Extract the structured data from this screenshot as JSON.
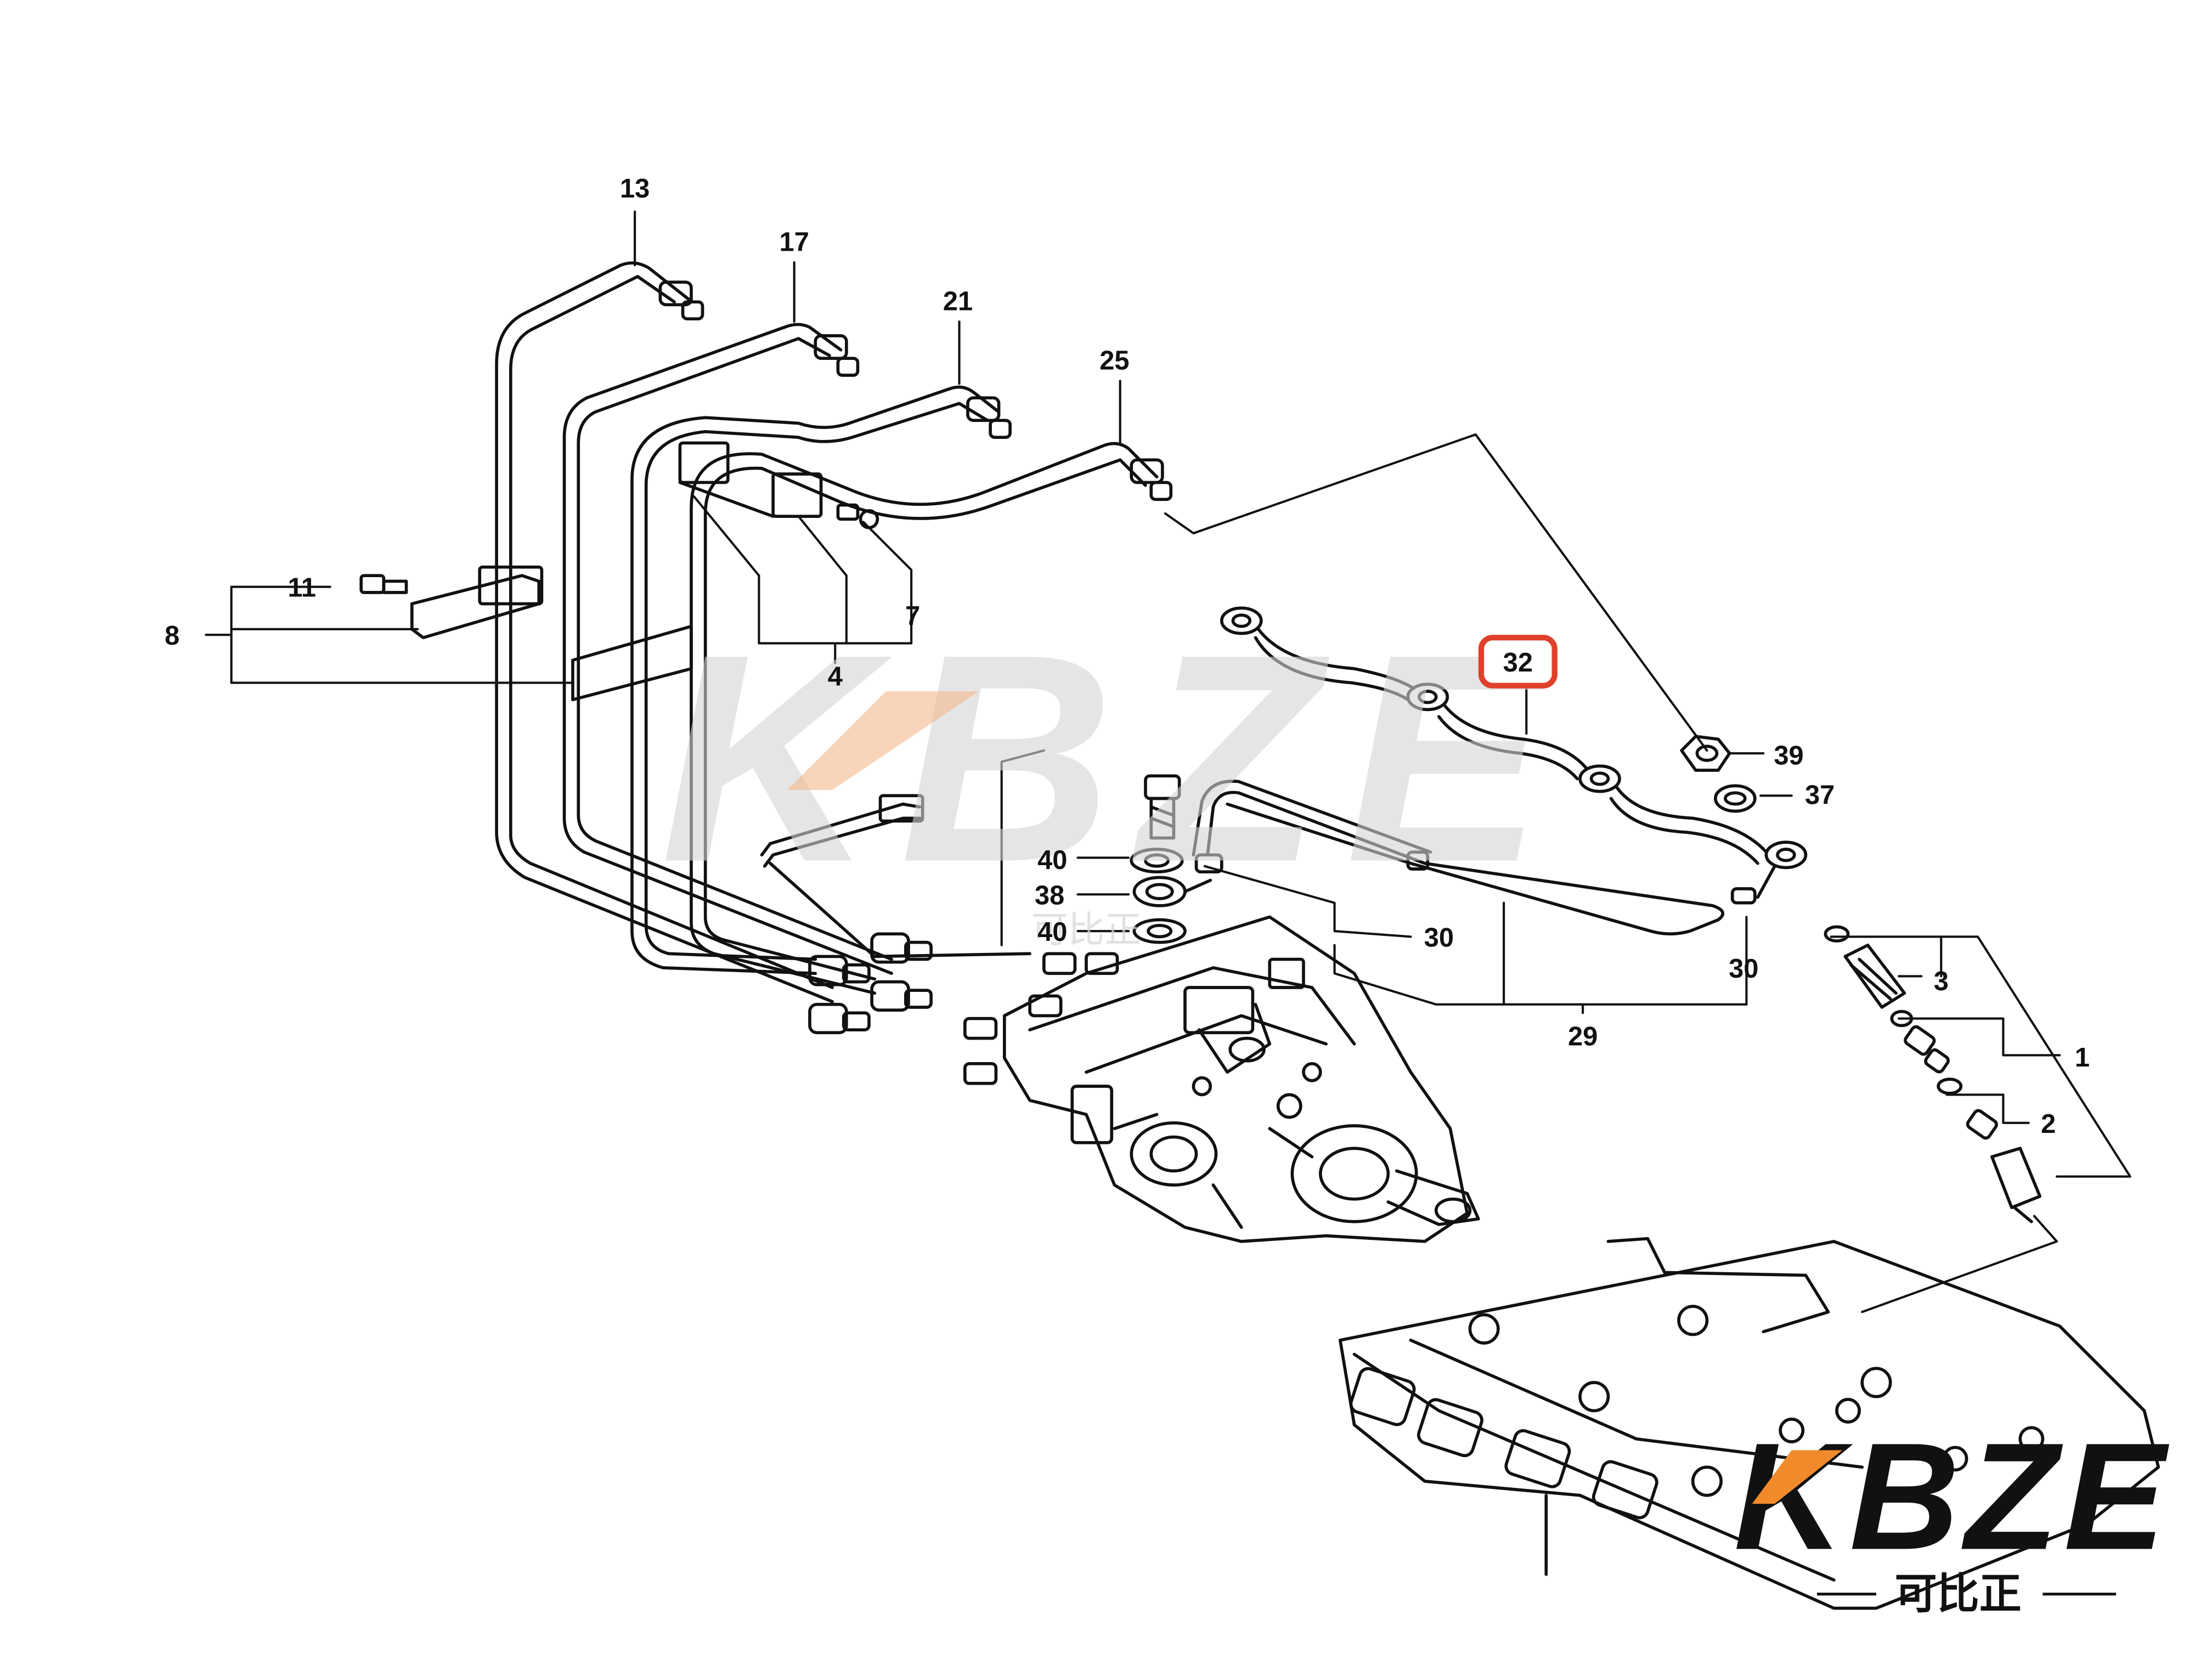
{
  "callouts": [
    {
      "id": "c13",
      "label": "13"
    },
    {
      "id": "c17",
      "label": "17"
    },
    {
      "id": "c21",
      "label": "21"
    },
    {
      "id": "c25",
      "label": "25"
    },
    {
      "id": "c11",
      "label": "11"
    },
    {
      "id": "c8",
      "label": "8"
    },
    {
      "id": "c7",
      "label": "7"
    },
    {
      "id": "c4",
      "label": "4"
    },
    {
      "id": "c32",
      "label": "32",
      "highlight": true
    },
    {
      "id": "c39",
      "label": "39"
    },
    {
      "id": "c37",
      "label": "37"
    },
    {
      "id": "c40a",
      "label": "40"
    },
    {
      "id": "c38",
      "label": "38"
    },
    {
      "id": "c40b",
      "label": "40"
    },
    {
      "id": "c30a",
      "label": "30"
    },
    {
      "id": "c30b",
      "label": "30"
    },
    {
      "id": "c29",
      "label": "29"
    },
    {
      "id": "c3",
      "label": "3"
    },
    {
      "id": "c1",
      "label": "1"
    },
    {
      "id": "c2",
      "label": "2"
    }
  ],
  "watermark": {
    "center_text": "KBZE",
    "corner_text": "KBZE",
    "corner_sub_text": "可比正",
    "center_sub_text": "可比正"
  },
  "colors": {
    "line": "#111111",
    "highlight": "#e0402a",
    "watermark_gray": "#d4d4d4",
    "watermark_orange": "#f3b98c",
    "logo_black": "#111111",
    "logo_orange": "#f08a2a"
  }
}
